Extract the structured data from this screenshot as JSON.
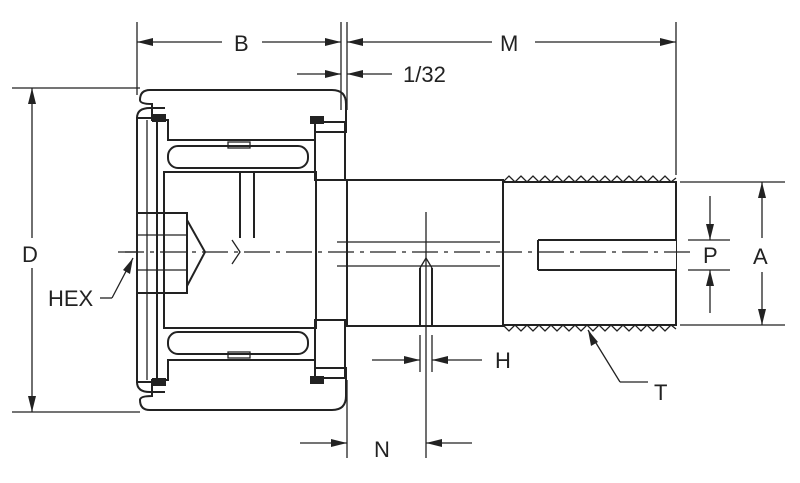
{
  "diagram": {
    "labels": {
      "b": "B",
      "m": "M",
      "clearance": "1/32",
      "d": "D",
      "hex": "HEX",
      "p": "P",
      "a": "A",
      "h": "H",
      "t": "T",
      "n": "N"
    },
    "colors": {
      "ink": "#222222",
      "background": "#ffffff"
    }
  }
}
